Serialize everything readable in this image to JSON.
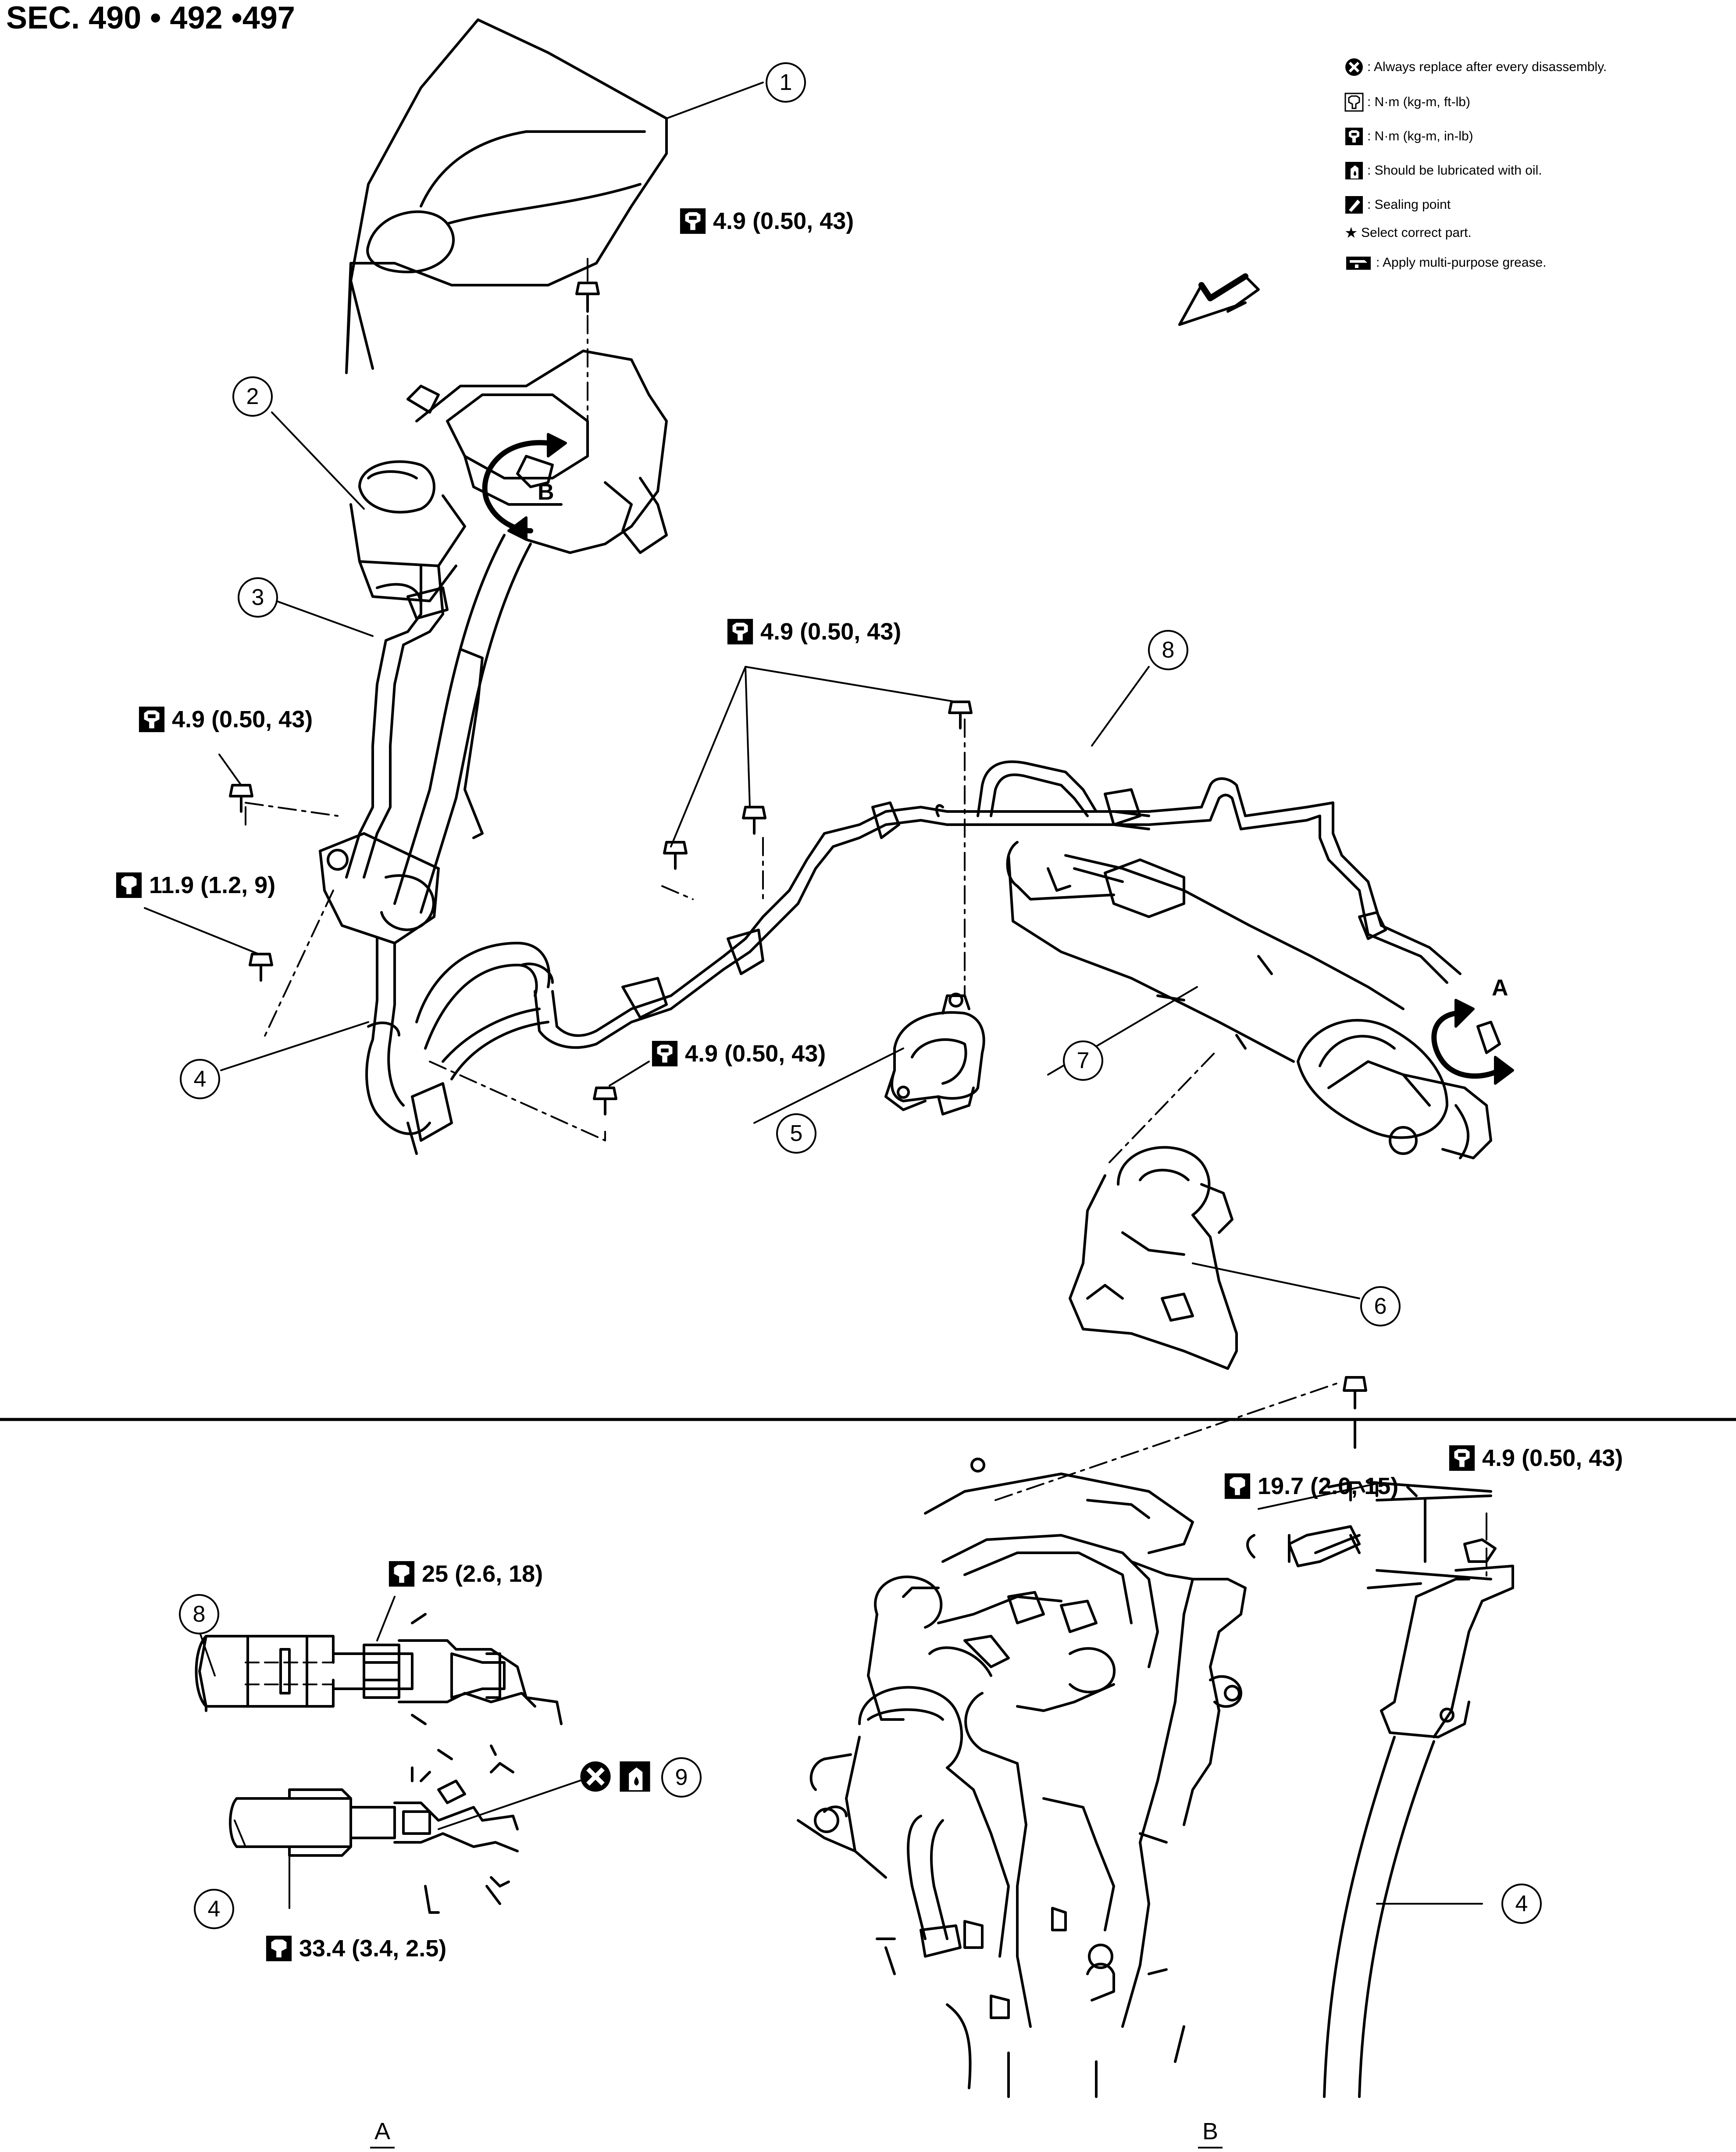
{
  "section_heading": "SEC. 490 • 492 •497",
  "legend": [
    {
      "icon": "always-replace-icon",
      "text": ": Always replace after every disassembly."
    },
    {
      "icon": "torque-ft-lb-icon",
      "text": ": N·m (kg-m, ft-lb)"
    },
    {
      "icon": "torque-in-lb-icon",
      "text": ": N·m (kg-m, in-lb)"
    },
    {
      "icon": "lubricate-oil-icon",
      "text": ": Should be lubricated with oil."
    },
    {
      "icon": "sealing-point-icon",
      "text": ": Sealing point"
    },
    {
      "icon": "star-icon",
      "glyph": "★",
      "text": "Select correct part."
    },
    {
      "icon": "grease-icon",
      "text": ": Apply multi-purpose grease."
    }
  ],
  "torques": [
    {
      "icon": "torque-in-lb-icon",
      "text": "4.9 (0.50, 43)"
    },
    {
      "icon": "torque-in-lb-icon",
      "text": "4.9 (0.50, 43)"
    },
    {
      "icon": "torque-in-lb-icon",
      "text": "4.9 (0.50, 43)"
    },
    {
      "icon": "torque-ft-lb-icon",
      "text": "11.9 (1.2, 9)"
    },
    {
      "icon": "torque-in-lb-icon",
      "text": "4.9 (0.50, 43)"
    },
    {
      "icon": "torque-ft-lb-icon",
      "text": "25 (2.6, 18)"
    },
    {
      "icon": "torque-ft-lb-icon",
      "text": "33.4 (3.4, 2.5)"
    },
    {
      "icon": "torque-ft-lb-icon",
      "text": "19.7 (2.0, 15)"
    },
    {
      "icon": "torque-in-lb-icon",
      "text": "4.9 (0.50, 43)"
    }
  ],
  "callouts": [
    "1",
    "2",
    "3",
    "4",
    "5",
    "6",
    "7",
    "8",
    "8",
    "4",
    "9",
    "4"
  ],
  "detail_letters": {
    "a": "A",
    "b": "B"
  },
  "view_titles": {
    "a": "A",
    "b": "B"
  }
}
